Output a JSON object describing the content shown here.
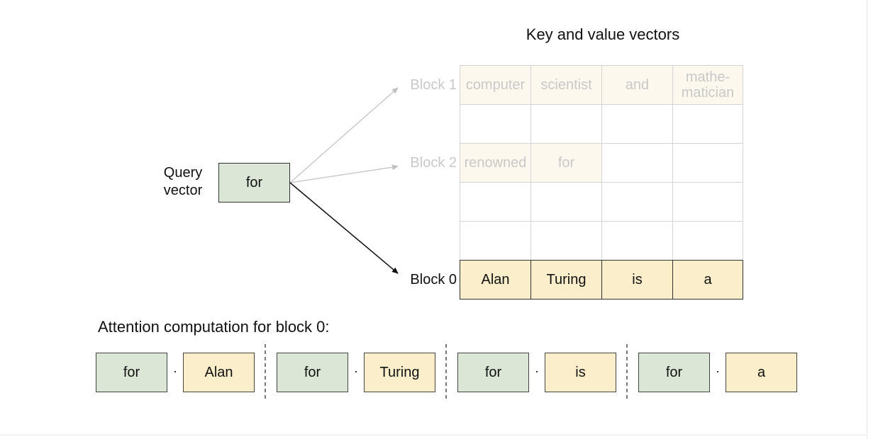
{
  "title": "Key and value vectors",
  "query": {
    "label_line1": "Query",
    "label_line2": "vector",
    "token": "for"
  },
  "blocks": [
    {
      "label": "Block 1",
      "faded": true,
      "tokens": [
        "computer",
        "scientist",
        "and",
        "mathe-\nmatician"
      ]
    },
    {
      "label": "Block 2",
      "faded": true,
      "tokens": [
        "renowned",
        "for",
        "",
        ""
      ]
    },
    {
      "label": "Block 0",
      "faded": false,
      "tokens": [
        "Alan",
        "Turing",
        "is",
        "a"
      ]
    }
  ],
  "attention": {
    "title": "Attention computation for block 0:",
    "operator": "·",
    "pairs": [
      {
        "query": "for",
        "key": "Alan"
      },
      {
        "query": "for",
        "key": "Turing"
      },
      {
        "query": "for",
        "key": "is"
      },
      {
        "query": "for",
        "key": "a"
      }
    ]
  },
  "colors": {
    "query_fill": "#dce6d6",
    "key_fill": "#faeecb",
    "faded_fill": "#fcf8ee",
    "faded_text": "#c8c8c8",
    "arrow_active": "#111111",
    "arrow_faded": "#c0c0c0"
  }
}
